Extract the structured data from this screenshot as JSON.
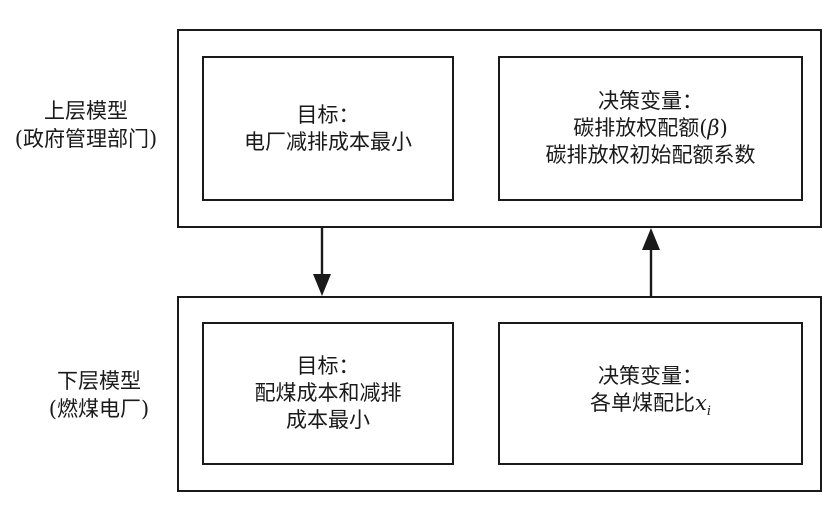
{
  "upper": {
    "label_line1": "上层模型",
    "label_line2": "(政府管理部门)",
    "left_box": {
      "line1": "目标：",
      "line2": "电厂减排成本最小"
    },
    "right_box": {
      "line1": "决策变量：",
      "line2_prefix": "碳排放权配额(",
      "line2_symbol": "β",
      "line2_suffix": ")",
      "line3": "碳排放权初始配额系数"
    }
  },
  "lower": {
    "label_line1": "下层模型",
    "label_line2": "(燃煤电厂)",
    "left_box": {
      "line1": "目标：",
      "line2": "配煤成本和减排",
      "line3": "成本最小"
    },
    "right_box": {
      "line1": "决策变量：",
      "line2_prefix": "各单煤配比",
      "line2_var": "x",
      "line2_sub": "i"
    }
  },
  "arrows": [
    "upper-to-lower",
    "lower-to-upper"
  ]
}
